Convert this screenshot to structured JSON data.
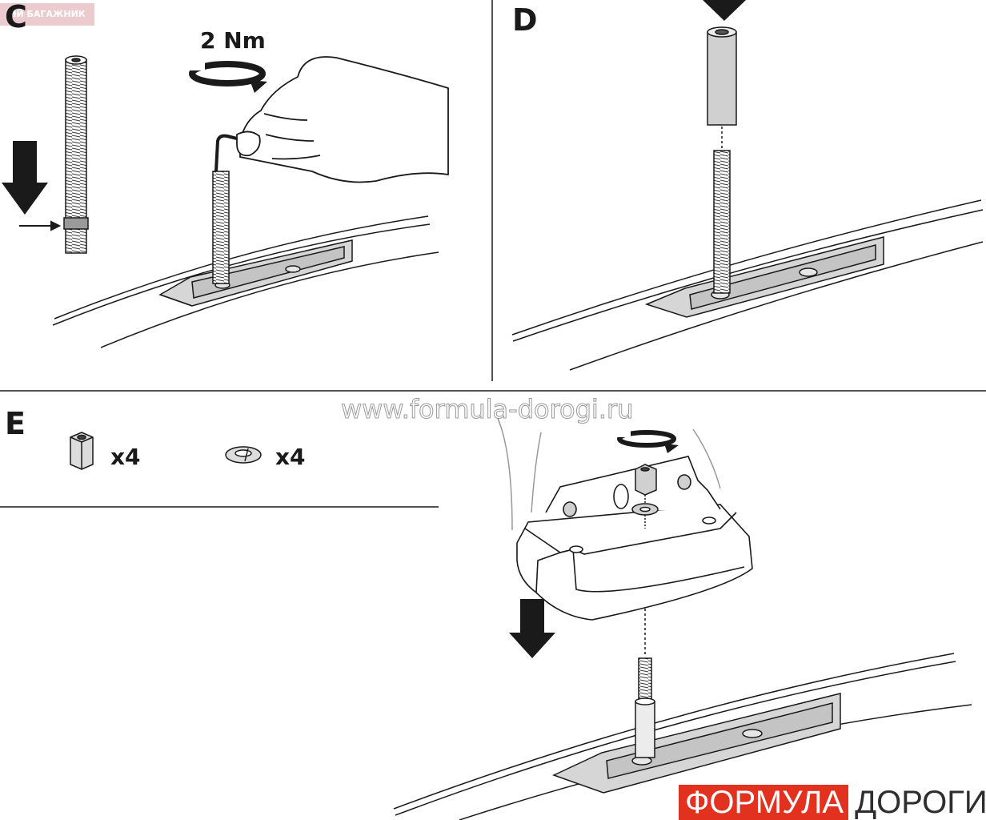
{
  "watermark_tag": "ИЙ БАГАЖНИК",
  "site_watermark": "www.formula-dorogi.ru",
  "steps": {
    "c": {
      "letter": "C",
      "torque": "2 Nm"
    },
    "d": {
      "letter": "D"
    },
    "e": {
      "letter": "E",
      "parts": [
        {
          "icon": "hex-nut-icon",
          "quantity": "x4"
        },
        {
          "icon": "spring-washer-icon",
          "quantity": "x4"
        }
      ]
    }
  },
  "brand": {
    "red_part": "ФОРМУЛА",
    "dark_part": "ДОРОГИ"
  },
  "colors": {
    "ink": "#1a1a1a",
    "plate_fill": "#d6d6d6",
    "brand_red": "#e2321f",
    "tag_pink": "#e9c6c8"
  }
}
